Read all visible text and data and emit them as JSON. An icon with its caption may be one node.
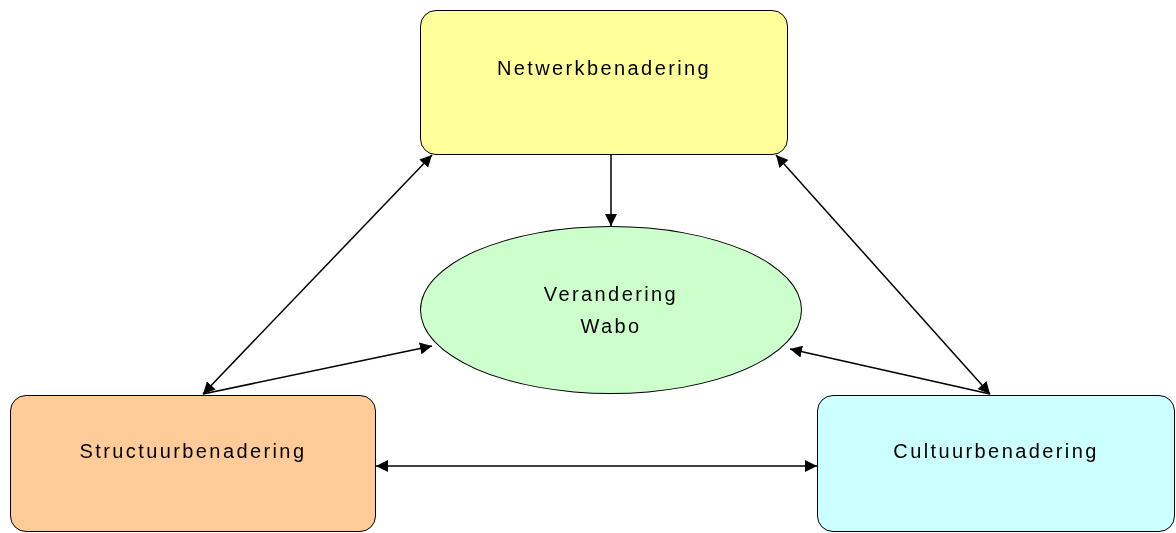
{
  "diagram": {
    "nodes": [
      {
        "text": [
          "Netwerkbenadering"
        ]
      },
      {
        "text": [
          "Verandering Wabo"
        ]
      },
      {
        "text": [
          "Structuurbenadering"
        ]
      },
      {
        "text": [
          "Cultuurbenadering"
        ]
      }
    ],
    "edges": [
      {
        "from": 0,
        "to": 1,
        "arrow": "to"
      },
      {
        "from": 0,
        "to": 2,
        "arrow": "both"
      },
      {
        "from": 0,
        "to": 3,
        "arrow": "both"
      },
      {
        "from": 2,
        "to": 1,
        "arrow": "to"
      },
      {
        "from": 3,
        "to": 1,
        "arrow": "to"
      },
      {
        "from": 2,
        "to": 3,
        "arrow": "both"
      }
    ]
  }
}
